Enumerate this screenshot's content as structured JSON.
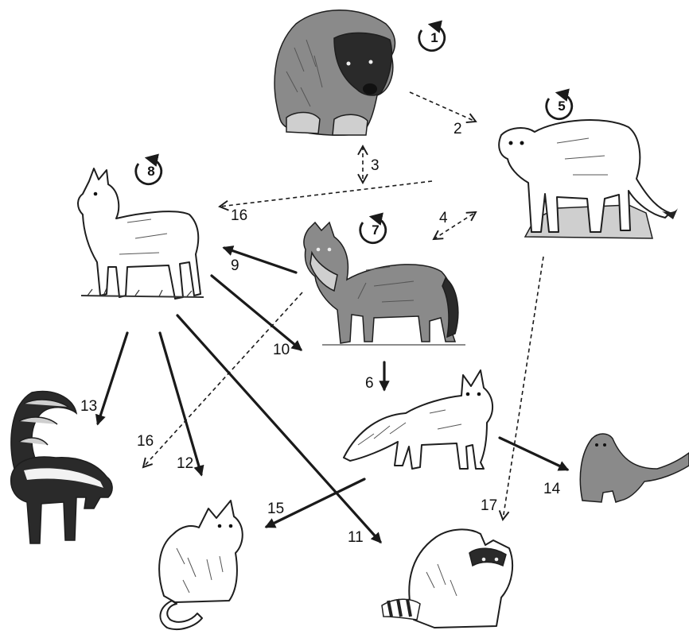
{
  "nodes": [
    {
      "id": "bear",
      "number": "1"
    },
    {
      "id": "cougar",
      "number": "5"
    },
    {
      "id": "wolf",
      "number": "7"
    },
    {
      "id": "coyote",
      "number": "8"
    },
    {
      "id": "skunk"
    },
    {
      "id": "bobcat"
    },
    {
      "id": "gray-fox"
    },
    {
      "id": "raccoon"
    },
    {
      "id": "marten"
    }
  ],
  "edges": [
    {
      "label": "2",
      "from": "bear",
      "to": "cougar",
      "style": "dashed"
    },
    {
      "label": "3",
      "from": "bear",
      "to": "wolf",
      "style": "dashed",
      "bidirectional": true
    },
    {
      "label": "4",
      "from": "wolf",
      "to": "cougar",
      "style": "dashed",
      "bidirectional": true
    },
    {
      "label": "6",
      "from": "wolf",
      "to": "gray-fox",
      "style": "solid"
    },
    {
      "label": "9",
      "from": "wolf",
      "to": "coyote",
      "style": "solid"
    },
    {
      "label": "10",
      "from": "coyote",
      "to": "wolf",
      "style": "solid"
    },
    {
      "label": "11",
      "from": "coyote",
      "to": "raccoon",
      "style": "solid"
    },
    {
      "label": "12",
      "from": "coyote",
      "to": "bobcat",
      "style": "solid"
    },
    {
      "label": "13",
      "from": "coyote",
      "to": "skunk",
      "style": "solid"
    },
    {
      "label": "14",
      "from": "gray-fox",
      "to": "marten",
      "style": "solid"
    },
    {
      "label": "15",
      "from": "gray-fox",
      "to": "bobcat",
      "style": "solid"
    },
    {
      "label": "16",
      "from": "cougar",
      "to": "coyote",
      "style": "dashed"
    },
    {
      "label": "16",
      "from": "wolf",
      "to": "bobcat",
      "style": "dashed"
    },
    {
      "label": "17",
      "from": "cougar",
      "to": "raccoon",
      "style": "dashed"
    }
  ]
}
